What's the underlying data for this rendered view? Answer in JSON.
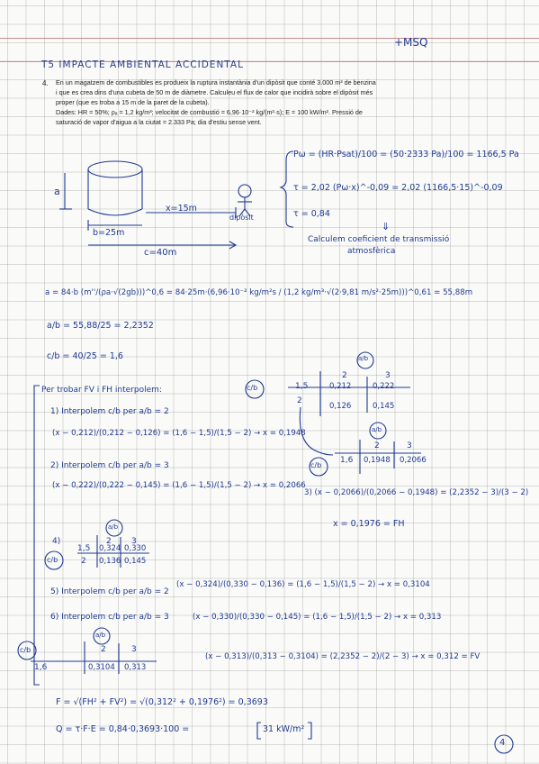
{
  "header": {
    "code": "+MSQ",
    "section": "T5  IMPACTE AMBIENTAL ACCIDENTAL"
  },
  "problem": {
    "number": "4.",
    "lines": [
      "En un magatzem de combustibles es produeix la ruptura instantània d'un dipòsit que conté 3.000 m³ de benzina",
      "i que es crea dins d'una cubeta de 50 m de diàmetre. Calculeu el flux de calor que incidirà sobre el dipòsit més",
      "proper (que es troba a 15 m de la paret de la cubeta).",
      "Dades: HR = 50%; ρₐ = 1,2 kg/m³; velocitat de combustió = 6,96·10⁻² kg/(m²·s); E = 100 kW/m². Pressió de",
      "saturació de vapor d'aigua a la ciutat = 2.333 Pa; dia d'estiu sense vent."
    ]
  },
  "sketch": {
    "height_label": "a",
    "radius_label": "b=25m",
    "distance_label": "x=15m",
    "target_label": "dipòsit",
    "total_label": "c=40m"
  },
  "right_calc": {
    "pw": "Pω = (HR·Psat)/100 = (50·2333 Pa)/100 = 1166,5 Pa",
    "tau": "τ = 2,02 (Pω·x)^-0,09 = 2,02 (1166,5·15)^-0,09",
    "tau_val": "τ = 0,84",
    "arrow": "⇓",
    "note1": "Calculem coeficient de transmissió",
    "note2": "atmosfèrica"
  },
  "main_calc": {
    "a_eq": "a = 84·b (m''/(ρa·√(2gb)))^0,6 = 84·25m·(6,96·10⁻² kg/m²s / (1,2 kg/m³·√(2·9,81 m/s²·25m)))^0,61 = 55,88m",
    "ab": "a/b = 55,88/25 = 2,2352",
    "cb": "c/b = 40/25 = 1,6",
    "fh_title": "Per trobar FV i FH interpolem:",
    "step1": "1) Interpolem c/b per a/b = 2",
    "step1_eq": "(x − 0,212)/(0,212 − 0,126) = (1,6 − 1,5)/(1,5 − 2) → x = 0,1948",
    "step2": "2) Interpolem c/b per a/b = 3",
    "step2_eq": "(x − 0,222)/(0,222 − 0,145) = (1,6 − 1,5)/(1,5 − 2) → x = 0,2066",
    "step3_eq": "3) (x − 0,2066)/(0,2066 − 0,1948) = (2,2352 − 3)/(3 − 2)",
    "step3_res": "x = 0,1976 = FH",
    "step5": "5) Interpolem c/b per a/b = 2",
    "step5_eq": "(x − 0,324)/(0,330 − 0,136) = (1,6 − 1,5)/(1,5 − 2) → x = 0,3104",
    "step6": "6) Interpolem c/b per a/b = 3",
    "step6_eq": "(x − 0,330)/(0,330 − 0,145) = (1,6 − 1,5)/(1,5 − 2) → x = 0,313",
    "fv_eq": "(x − 0,313)/(0,313 − 0,3104) = (2,2352 − 2)/(2 − 3) → x = 0,312 = FV",
    "f_eq": "F = √(FH² + FV²) = √(0,312² + 0,1976²) = 0,3693",
    "q_eq": "Q = τ·F·E = 0,84·0,3693·100 =",
    "q_res": "31 kW/m²"
  },
  "table1": {
    "head": "a/b",
    "c1": "2",
    "c2": "3",
    "r1": "1,5",
    "r2": "2",
    "v11": "0,212",
    "v12": "0,222",
    "v21": "0,126",
    "v22": "0,145",
    "side": "c/b"
  },
  "table2": {
    "head": "a/b",
    "c1": "2",
    "c2": "3",
    "r1": "1,6",
    "v1": "0,1948",
    "v2": "0,2066",
    "side": "c/b"
  },
  "table3": {
    "label": "4)",
    "head": "a/b",
    "c1": "2",
    "c2": "3",
    "r1": "1,5",
    "r2": "2",
    "v11": "0,324",
    "v12": "0,330",
    "v21": "0,136",
    "v22": "0,145",
    "side": "c/b"
  },
  "table4": {
    "head": "a/b",
    "c1": "2",
    "c2": "3",
    "r1": "1,6",
    "v1": "0,3104",
    "v2": "0,313",
    "side": "c/b"
  },
  "page_number": "4"
}
